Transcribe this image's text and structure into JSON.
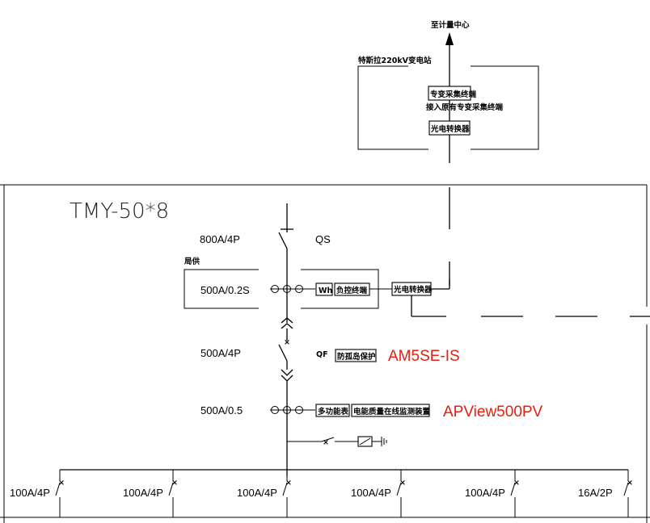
{
  "top": {
    "to_metering_center": "至计量中心",
    "substation_name": "特斯拉220kV变电站",
    "dedicated_terminal": "专变采集终端",
    "access_note": "接入原有专变采集终端",
    "converter_top": "光电转换器"
  },
  "main": {
    "busbar_label": "TMY-50*8",
    "qs_rating": "800A/4P",
    "qs_label": "QS",
    "bureau_supply": "局供",
    "meter_ct": "500A/0.2S",
    "wh_label": "Wh",
    "load_control_terminal": "负控终端",
    "converter_mid": "光电转换器",
    "qf_rating": "500A/4P",
    "qf_label": "QF",
    "anti_islanding": "防孤岛保护",
    "anti_islanding_model": "AM5SE-IS",
    "pq_ct": "500A/0.5",
    "multi_meter": "多功能表",
    "pq_monitor": "电能质量在线监测装置",
    "pq_model": "APView500PV"
  },
  "feeders": [
    {
      "rating": "100A/4P"
    },
    {
      "rating": "100A/4P"
    },
    {
      "rating": "100A/4P"
    },
    {
      "rating": "100A/4P"
    },
    {
      "rating": "100A/4P"
    },
    {
      "rating": "16A/2P"
    }
  ],
  "colors": {
    "line": "#000000",
    "annotation": "#e02010"
  }
}
